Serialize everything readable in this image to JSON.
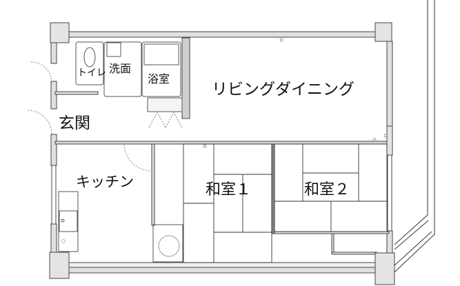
{
  "floor_plan": {
    "rooms": {
      "toilet": "トイレ",
      "washroom": "洗面",
      "bathroom": "浴室",
      "living_dining": "リビングダイニング",
      "entrance": "玄関",
      "kitchen": "キッチン",
      "washitsu1": "和室１",
      "washitsu2": "和室２"
    },
    "colors": {
      "wall": "#d8d8d8",
      "column": "#e4e4e4",
      "line": "#333333",
      "stove_mark": "#f0a080",
      "outlet_mark": "#4a8a6a"
    }
  }
}
